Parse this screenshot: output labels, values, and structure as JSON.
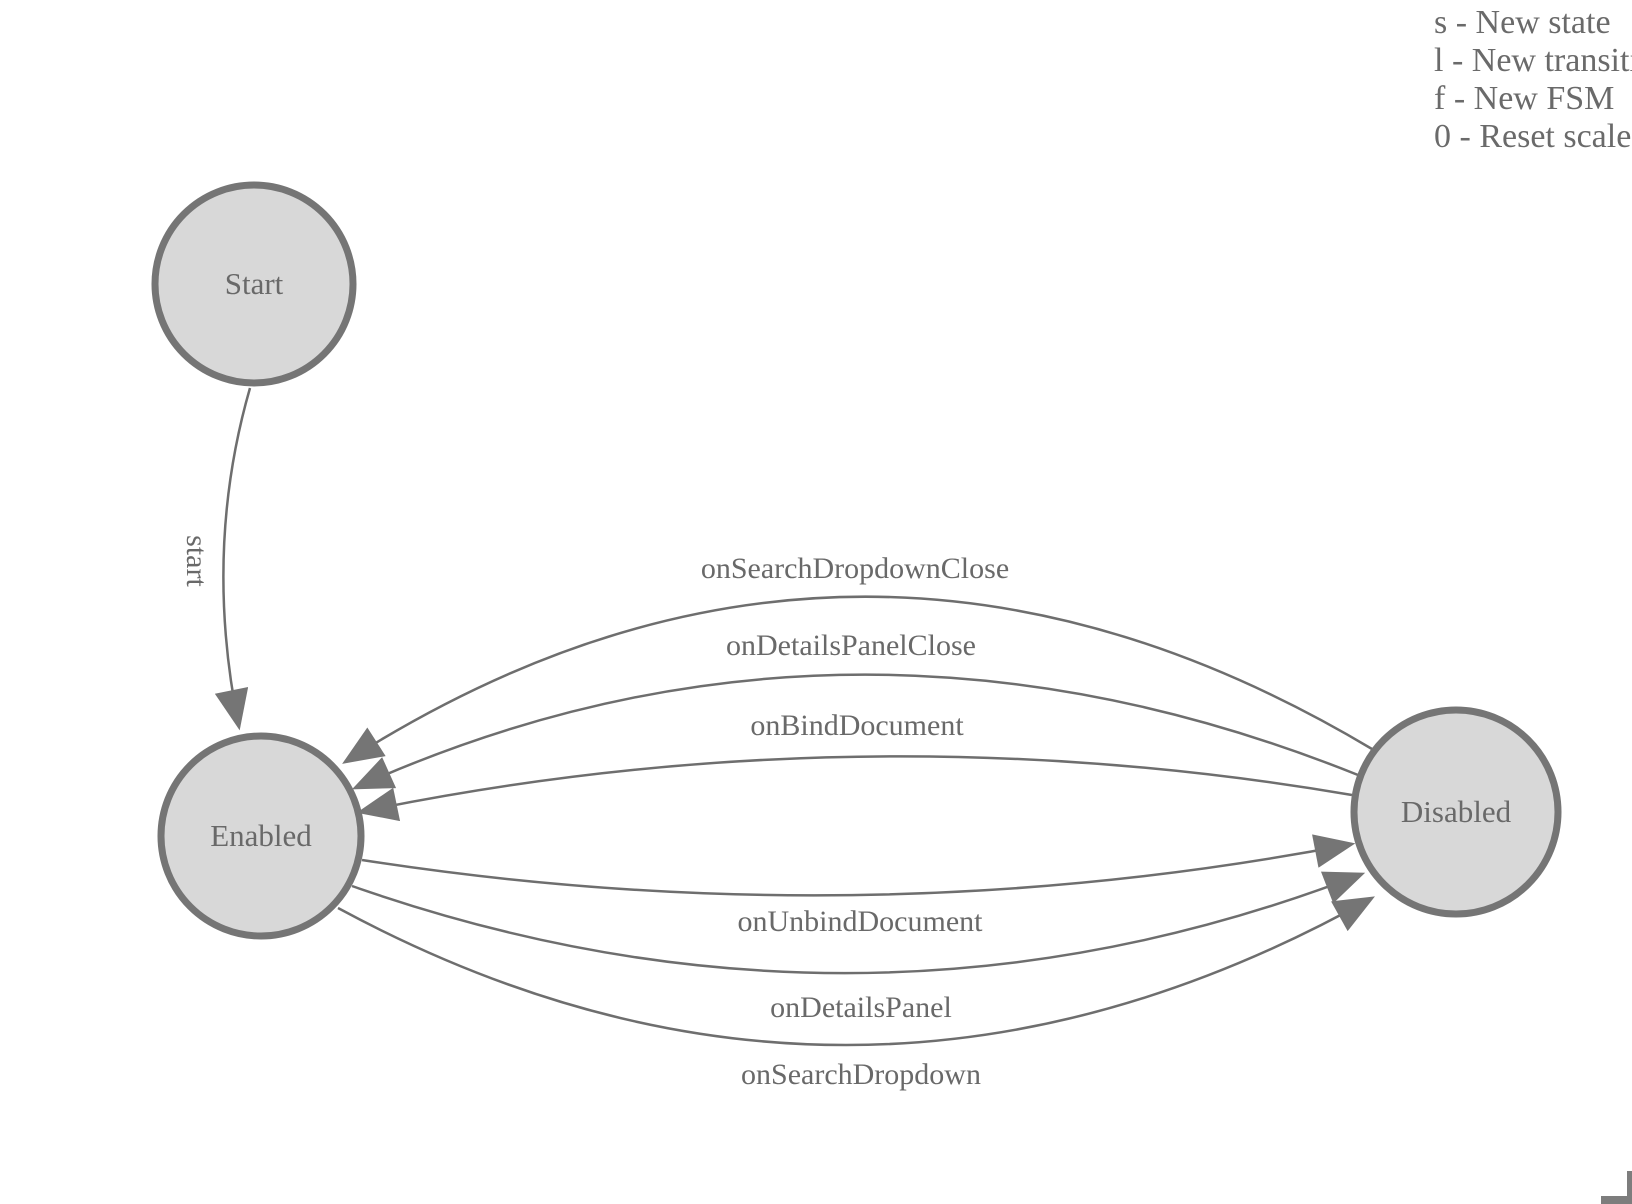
{
  "legend": {
    "items": [
      {
        "key": "s",
        "label": "s - New state"
      },
      {
        "key": "l",
        "label": "l - New transition"
      },
      {
        "key": "f",
        "label": "f - New FSM"
      },
      {
        "key": "0",
        "label": "0 - Reset scale"
      }
    ]
  },
  "states": [
    {
      "id": "start",
      "label": "Start"
    },
    {
      "id": "enabled",
      "label": "Enabled"
    },
    {
      "id": "disabled",
      "label": "Disabled"
    }
  ],
  "transitions": [
    {
      "label": "start",
      "from": "Start",
      "to": "Enabled"
    },
    {
      "label": "onSearchDropdownClose",
      "from": "Disabled",
      "to": "Enabled"
    },
    {
      "label": "onDetailsPanelClose",
      "from": "Disabled",
      "to": "Enabled"
    },
    {
      "label": "onBindDocument",
      "from": "Disabled",
      "to": "Enabled"
    },
    {
      "label": "onUnbindDocument",
      "from": "Enabled",
      "to": "Disabled"
    },
    {
      "label": "onDetailsPanel",
      "from": "Enabled",
      "to": "Disabled"
    },
    {
      "label": "onSearchDropdown",
      "from": "Enabled",
      "to": "Disabled"
    }
  ],
  "colors": {
    "canvas_bg": "#ffffff",
    "node_fill": "#d8d8d8",
    "node_stroke": "#757575",
    "edge_stroke": "#6e6e6e",
    "label_color": "#696969",
    "legend_color": "#6a6a6a",
    "handle_color": "#7d7d7d"
  }
}
